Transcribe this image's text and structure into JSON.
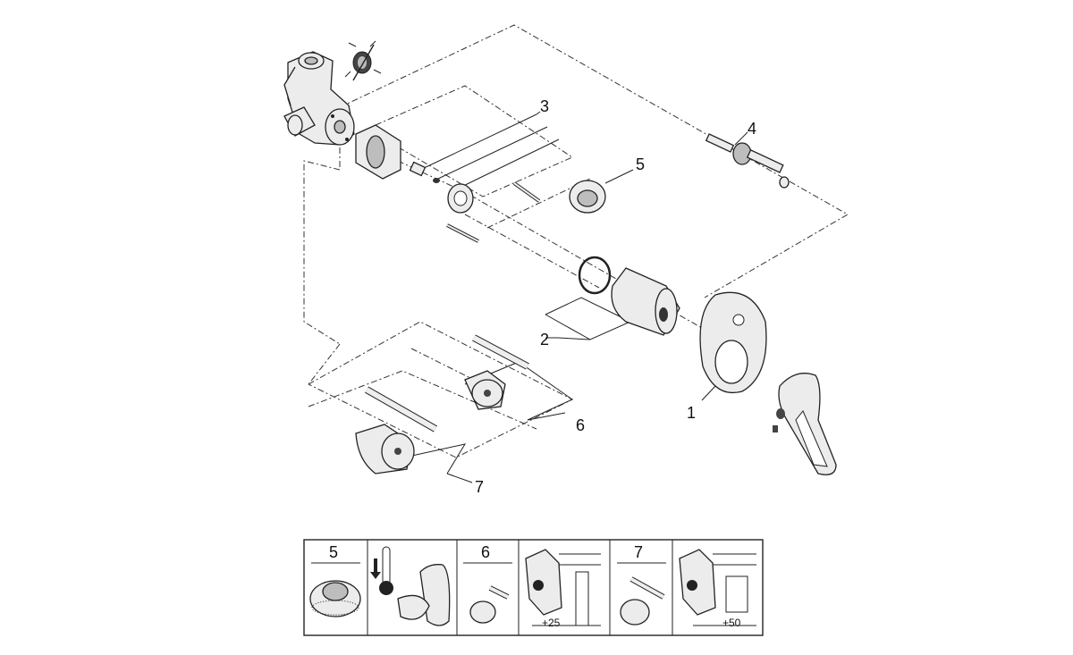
{
  "callouts": [
    {
      "id": "c1",
      "text": "1"
    },
    {
      "id": "c2",
      "text": "2"
    },
    {
      "id": "c3",
      "text": "3"
    },
    {
      "id": "c4",
      "text": "4"
    },
    {
      "id": "c5",
      "text": "5"
    },
    {
      "id": "c6",
      "text": "6"
    },
    {
      "id": "c7",
      "text": "7"
    }
  ],
  "table": {
    "cells": [
      {
        "label": "5",
        "icon": "cap-icon"
      },
      {
        "label": "",
        "icon": "temperature-handle-icon"
      },
      {
        "label": "6",
        "icon": "short-extension-icon"
      },
      {
        "label": "",
        "icon": "install-depth-icon",
        "dimension": "+25"
      },
      {
        "label": "7",
        "icon": "long-extension-icon"
      },
      {
        "label": "",
        "icon": "install-depth-icon",
        "dimension": "+50"
      }
    ]
  }
}
